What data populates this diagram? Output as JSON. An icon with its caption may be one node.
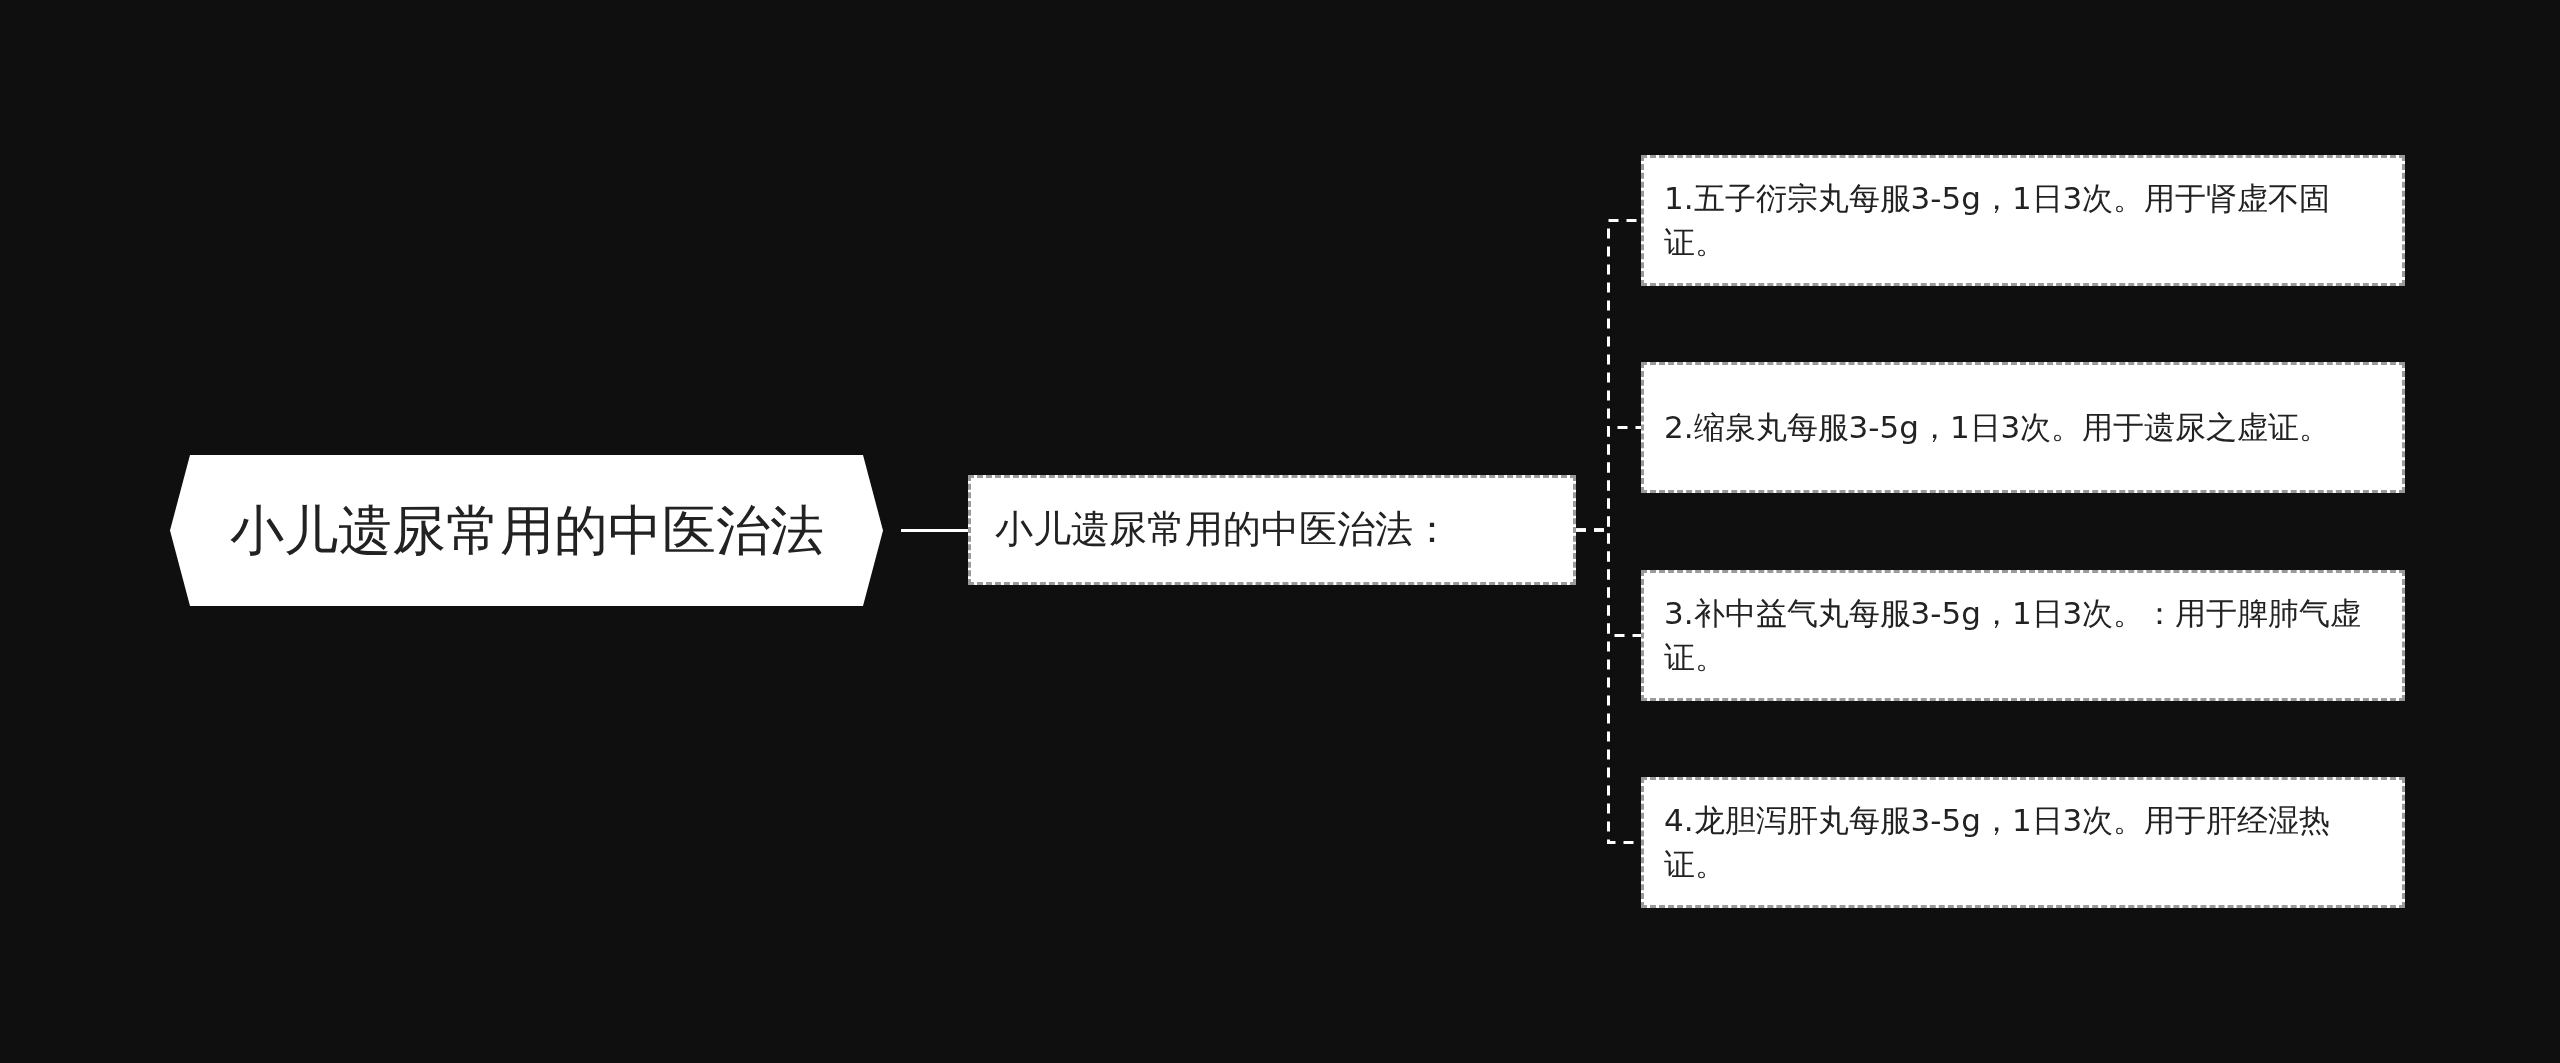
{
  "diagram": {
    "nodes": [
      {
        "text": [
          "小儿遗尿常用的中医治法"
        ]
      },
      {
        "text": [
          "小儿遗尿常用的中医治法："
        ]
      },
      {
        "text": [
          "1.五子衍宗丸每服3-5g，1日3次。用于肾虚不固证。"
        ]
      },
      {
        "text": [
          "2.缩泉丸每服3-5g，1日3次。用于遗尿之虚证。"
        ]
      },
      {
        "text": [
          "3.补中益气丸每服3-5g，1日3次。：用于脾肺气虚证。"
        ]
      },
      {
        "text": [
          "4.龙胆泻肝丸每服3-5g，1日3次。用于肝经湿热证。"
        ]
      }
    ],
    "edges": [
      {
        "from": 0,
        "to": 1,
        "arrow": "none"
      },
      {
        "from": 1,
        "to": 2,
        "arrow": "none",
        "style": "dashed"
      },
      {
        "from": 1,
        "to": 3,
        "arrow": "none",
        "style": "dashed"
      },
      {
        "from": 1,
        "to": 4,
        "arrow": "none",
        "style": "dashed"
      },
      {
        "from": 1,
        "to": 5,
        "arrow": "none",
        "style": "dashed"
      }
    ]
  }
}
